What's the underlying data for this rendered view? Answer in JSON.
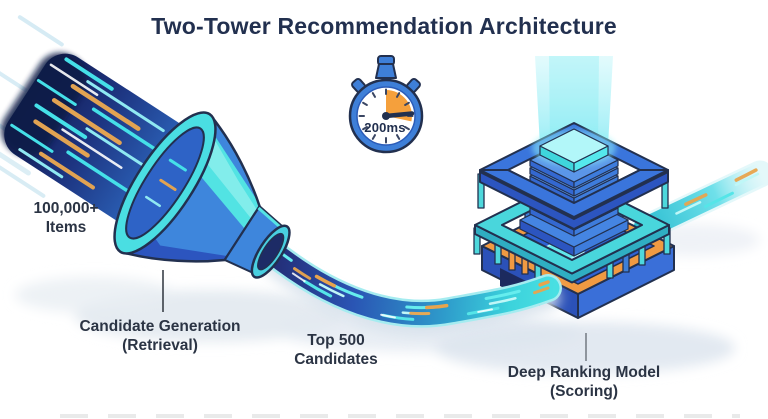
{
  "title": "Two-Tower Recommendation Architecture",
  "labels": {
    "items": {
      "line1": "100,000+",
      "line2": "Items"
    },
    "funnel": {
      "line1": "Candidate Generation",
      "line2": "(Retrieval)"
    },
    "pipe": {
      "line1": "Top 500",
      "line2": "Candidates"
    },
    "tower": {
      "line1": "Deep Ranking Model",
      "line2": "(Scoring)"
    }
  },
  "stopwatch": {
    "label": "200ms"
  },
  "colors": {
    "navy": "#22304F",
    "text": "#2B3444",
    "blue": "#3E7FD8",
    "blue-dark": "#2C55C0",
    "blue-deep": "#1D2B66",
    "cyan": "#52E3E3",
    "teal": "#3ECFDB",
    "orange": "#F09A42",
    "orange-bright": "#F5A03C",
    "stream-dark": "#141D52",
    "beam": "#8FF2F8",
    "shadow": "#E2E9F1"
  }
}
